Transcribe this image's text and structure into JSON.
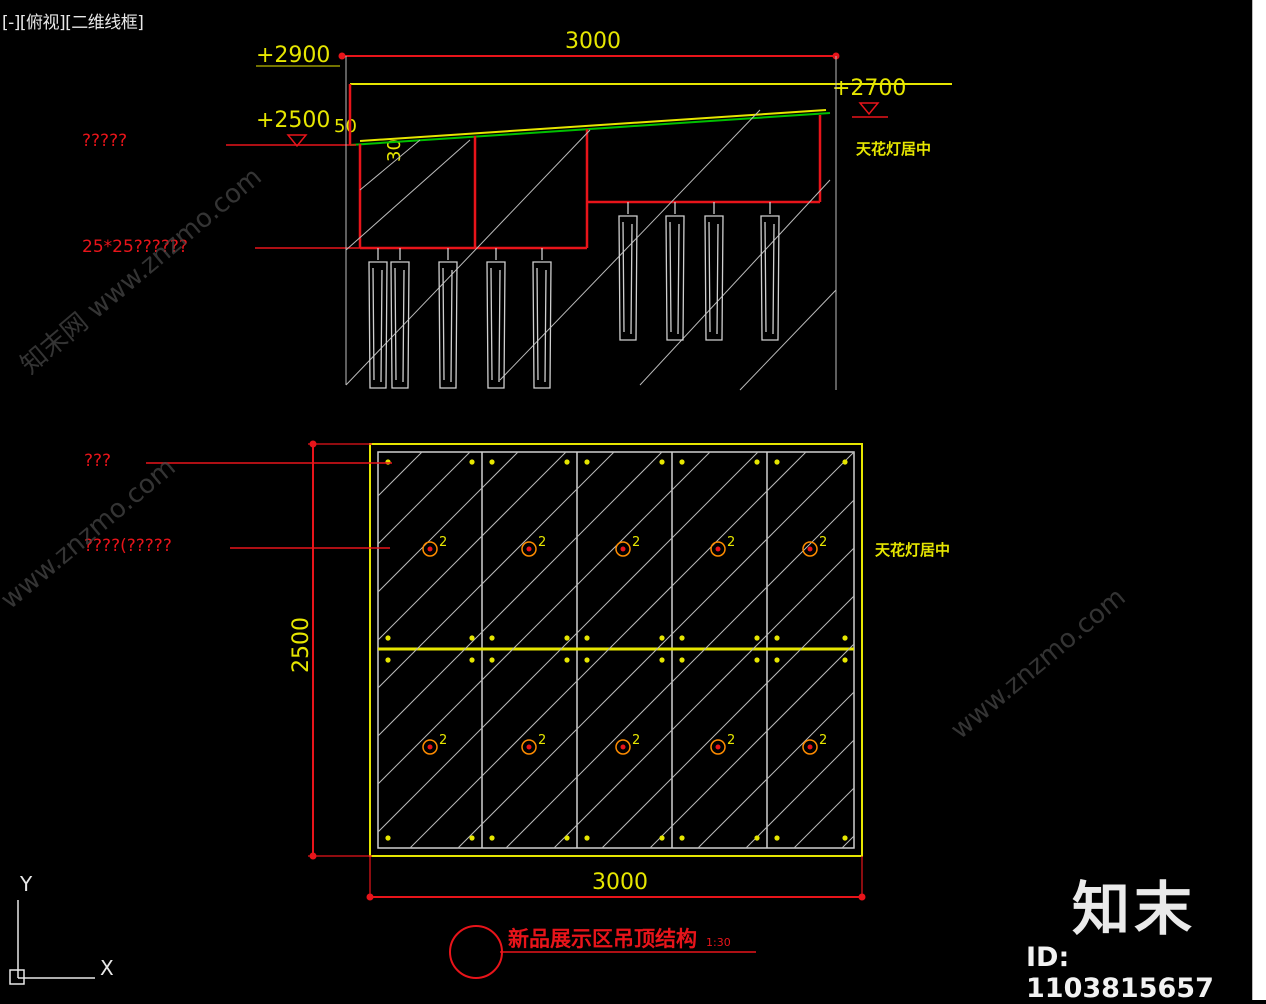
{
  "viewport": {
    "label": "[-][俯视][二维线框]"
  },
  "section": {
    "dims": {
      "width": "3000",
      "level_top": "+2900",
      "level_right": "+2700",
      "level_left": "+2500",
      "dim_50": "50",
      "dim_30": "30"
    },
    "note_right": "天花灯居中",
    "annotations": [
      "?????",
      "25*25??????"
    ]
  },
  "plan": {
    "dims": {
      "width": "3000",
      "height": "2500"
    },
    "note_right": "天花灯居中",
    "annotations": [
      "???",
      "????(?????"
    ],
    "light_superscript": "2"
  },
  "caption": {
    "title": "新品展示区吊顶结构",
    "scale": "1:30"
  },
  "watermark": {
    "logo": "知末",
    "id": "ID: 1103815657",
    "diagonal": [
      "知末网 www.znzmo.com",
      "www.znzmo.com",
      "www.znzmo.com"
    ]
  },
  "ucs": {
    "y": "Y",
    "x": "X"
  },
  "colors": {
    "red": "#e8141a",
    "yellow": "#e6e600",
    "green": "#00c000",
    "white": "#cfcfcf",
    "orange": "#ff8c00"
  }
}
